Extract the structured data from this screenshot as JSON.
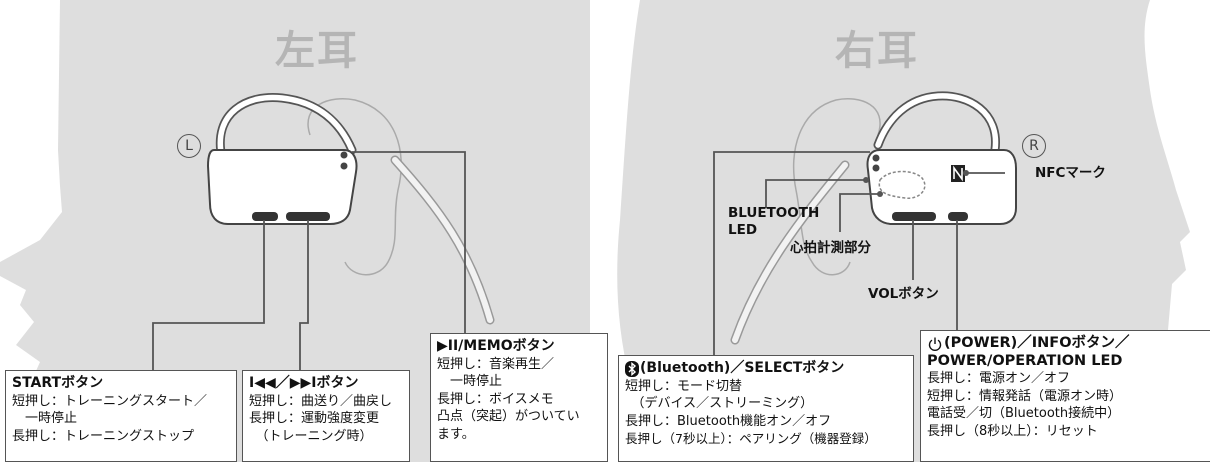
{
  "left_ear": {
    "title": "左耳",
    "badge": "L"
  },
  "right_ear": {
    "title": "右耳",
    "badge": "R"
  },
  "labels": {
    "bluetooth_led_line1": "BLUETOOTH",
    "bluetooth_led_line2": "LED",
    "heart_rate": "心拍計測部分",
    "vol": "VOLボタン",
    "nfc": "NFCマーク"
  },
  "boxes": {
    "start": {
      "title": "STARTボタン",
      "lines": [
        "短押し：トレーニングスタート／",
        "　一時停止",
        "長押し：トレーニングストップ"
      ]
    },
    "track": {
      "title": "I◀◀／▶▶Iボタン",
      "lines": [
        "短押し：曲送り／曲戻し",
        "長押し：運動強度変更",
        "　（トレーニング時）"
      ]
    },
    "memo": {
      "title": "▶II/MEMOボタン",
      "lines": [
        "短押し：音楽再生／",
        "　一時停止",
        "長押し：ボイスメモ",
        "凸点（突起）がついてい",
        "ます。"
      ]
    },
    "bluetooth": {
      "title": "(Bluetooth)／SELECTボタン",
      "lines": [
        "短押し：モード切替",
        "　（デバイス／ストリーミング）",
        "長押し：Bluetooth機能オン／オフ",
        "長押し（7秒以上）：ペアリング（機器登録）"
      ]
    },
    "power": {
      "title": "(POWER)／INFOボタン／",
      "title2": "POWER/OPERATION LED",
      "lines": [
        "長押し：電源オン／オフ",
        "短押し：情報発話（電源オン時）",
        "電話受／切（Bluetooth接続中）",
        "長押し（8秒以上）：リセット"
      ]
    }
  }
}
